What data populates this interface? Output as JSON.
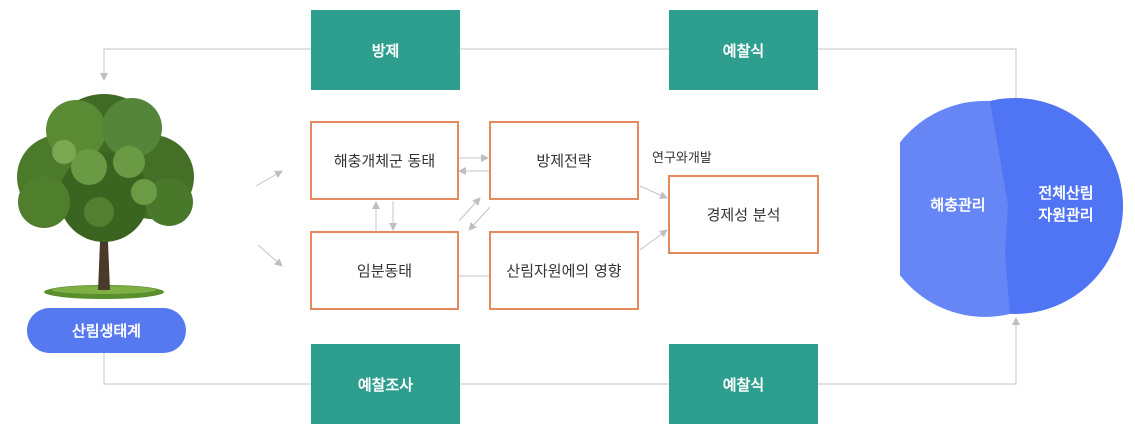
{
  "diagram": {
    "ecosystem_label": "산림생태계",
    "top_boxes": {
      "control": "방제",
      "forecast": "예찰식"
    },
    "bottom_boxes": {
      "survey": "예찰조사",
      "forecast": "예찰식"
    },
    "process": {
      "pest_dynamics": "해충개체군 동태",
      "control_strategy": "방제전략",
      "dispersal_dynamics": "임분동태",
      "resource_impact": "산림자원에의 영향",
      "economic_analysis": "경제성 분석",
      "rnd_note": "연구와개발"
    },
    "circle": {
      "left_label": "해충관리",
      "right_label_line1": "전체산림",
      "right_label_line2": "자원관리"
    },
    "colors": {
      "teal": "#2e9e8e",
      "orange_border": "#e58a5e",
      "blue_pill": "#5779f0",
      "circle_left": "#6686f6",
      "circle_right": "#4f74f4"
    }
  }
}
